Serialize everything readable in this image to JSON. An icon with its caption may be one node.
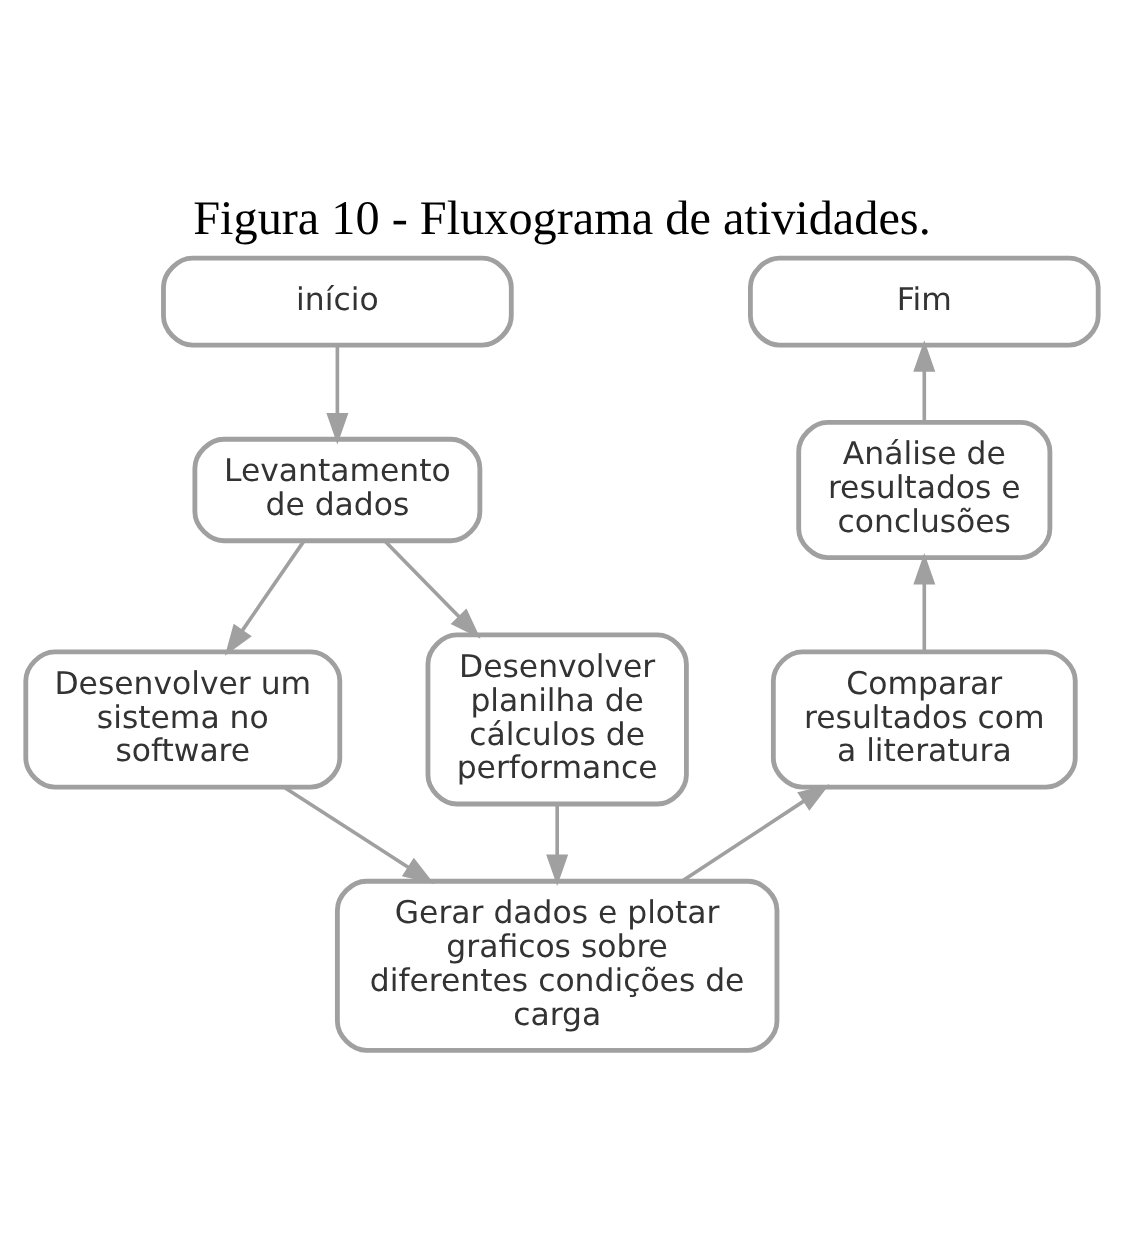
{
  "diagram": {
    "title": "Figura 10 - Fluxograma de atividades.",
    "nodes": [
      {
        "text": [
          "início"
        ]
      },
      {
        "text": [
          "Levantamento de dados"
        ]
      },
      {
        "text": [
          "Desenvolver um sistema no software"
        ]
      },
      {
        "text": [
          "Desenvolver planilha de cálculos de performance"
        ]
      },
      {
        "text": [
          "Gerar dados e plotar graficos sobre diferentes condições de carga"
        ]
      },
      {
        "text": [
          "Comparar resultados com a literatura"
        ]
      },
      {
        "text": [
          "Análise de resultados e conclusões"
        ]
      },
      {
        "text": [
          "Fim"
        ]
      }
    ],
    "edges": [
      {
        "from": 0,
        "to": 1,
        "arrow": "to"
      },
      {
        "from": 1,
        "to": 2,
        "arrow": "to"
      },
      {
        "from": 1,
        "to": 3,
        "arrow": "to"
      },
      {
        "from": 2,
        "to": 4,
        "arrow": "to"
      },
      {
        "from": 3,
        "to": 4,
        "arrow": "to"
      },
      {
        "from": 4,
        "to": 5,
        "arrow": "to"
      },
      {
        "from": 5,
        "to": 6,
        "arrow": "to"
      },
      {
        "from": 6,
        "to": 7,
        "arrow": "to"
      }
    ]
  }
}
